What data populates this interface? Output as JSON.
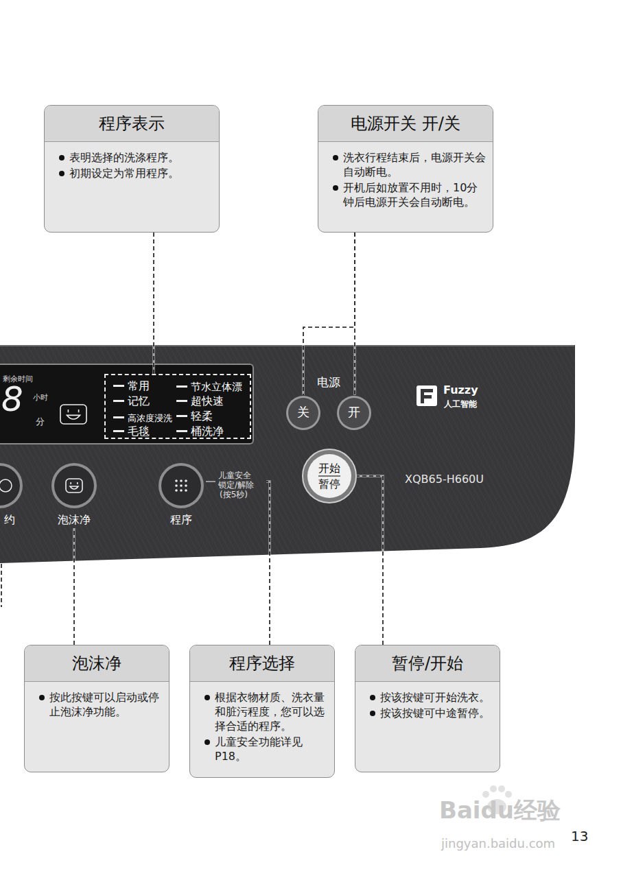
{
  "diagram": {
    "nodes": [
      {
        "text": [
          "程序表示",
          "表明选择的洗涤程序。",
          "初期设定为常用程序。"
        ]
      },
      {
        "text": [
          "电源开关 开/关",
          "洗衣行程结束后，电源开关会自动断电。",
          "开机后如放置不用时，10分钟后电源开关会自动断电。"
        ]
      },
      {
        "text": [
          "电源",
          "XQB65-H660U"
        ]
      },
      {
        "text": [
          "剩余时间",
          "8",
          "小时",
          "分"
        ],
        "in": 2
      },
      {
        "text": [
          "常用",
          "节水立体漂",
          "记忆",
          "超快速",
          "高浓度浸洗",
          "轻柔",
          "毛毯",
          "桶洗净"
        ],
        "in": 3
      },
      {
        "text": [
          "关"
        ],
        "in": 2
      },
      {
        "text": [
          "开"
        ],
        "in": 2
      },
      {
        "text": [
          "开始",
          "暂停"
        ],
        "in": 2
      },
      {
        "text": [
          "约"
        ],
        "in": 2
      },
      {
        "text": [
          "泡沫净"
        ],
        "in": 2
      },
      {
        "text": [
          "程序",
          "儿童安全",
          "锁定/解除",
          "(按5秒)"
        ],
        "in": 2
      },
      {
        "text": [
          "泡沫净",
          "按此按键可以启动或停止泡沫净功能。"
        ]
      },
      {
        "text": [
          "程序选择",
          "根据衣物材质、洗衣量和脏污程度，您可以选择合适的程序。",
          "儿童安全功能详见P18。"
        ]
      },
      {
        "text": [
          "暂停/开始",
          "按该按键可开始洗衣。",
          "按该按键可中途暂停。"
        ]
      }
    ],
    "edges": [
      {
        "from": 0,
        "to": 4,
        "arrow": "none"
      },
      {
        "from": 1,
        "to": 5,
        "arrow": "none"
      },
      {
        "from": 1,
        "to": 6,
        "arrow": "none"
      },
      {
        "from": 11,
        "to": 9,
        "arrow": "none"
      },
      {
        "from": 12,
        "to": 10,
        "arrow": "none"
      },
      {
        "from": 13,
        "to": 7,
        "arrow": "none"
      }
    ],
    "labels": [
      "Fuzzy",
      "人工智能",
      "13",
      "Baidu经验",
      "jingyan.baidu.com"
    ]
  }
}
